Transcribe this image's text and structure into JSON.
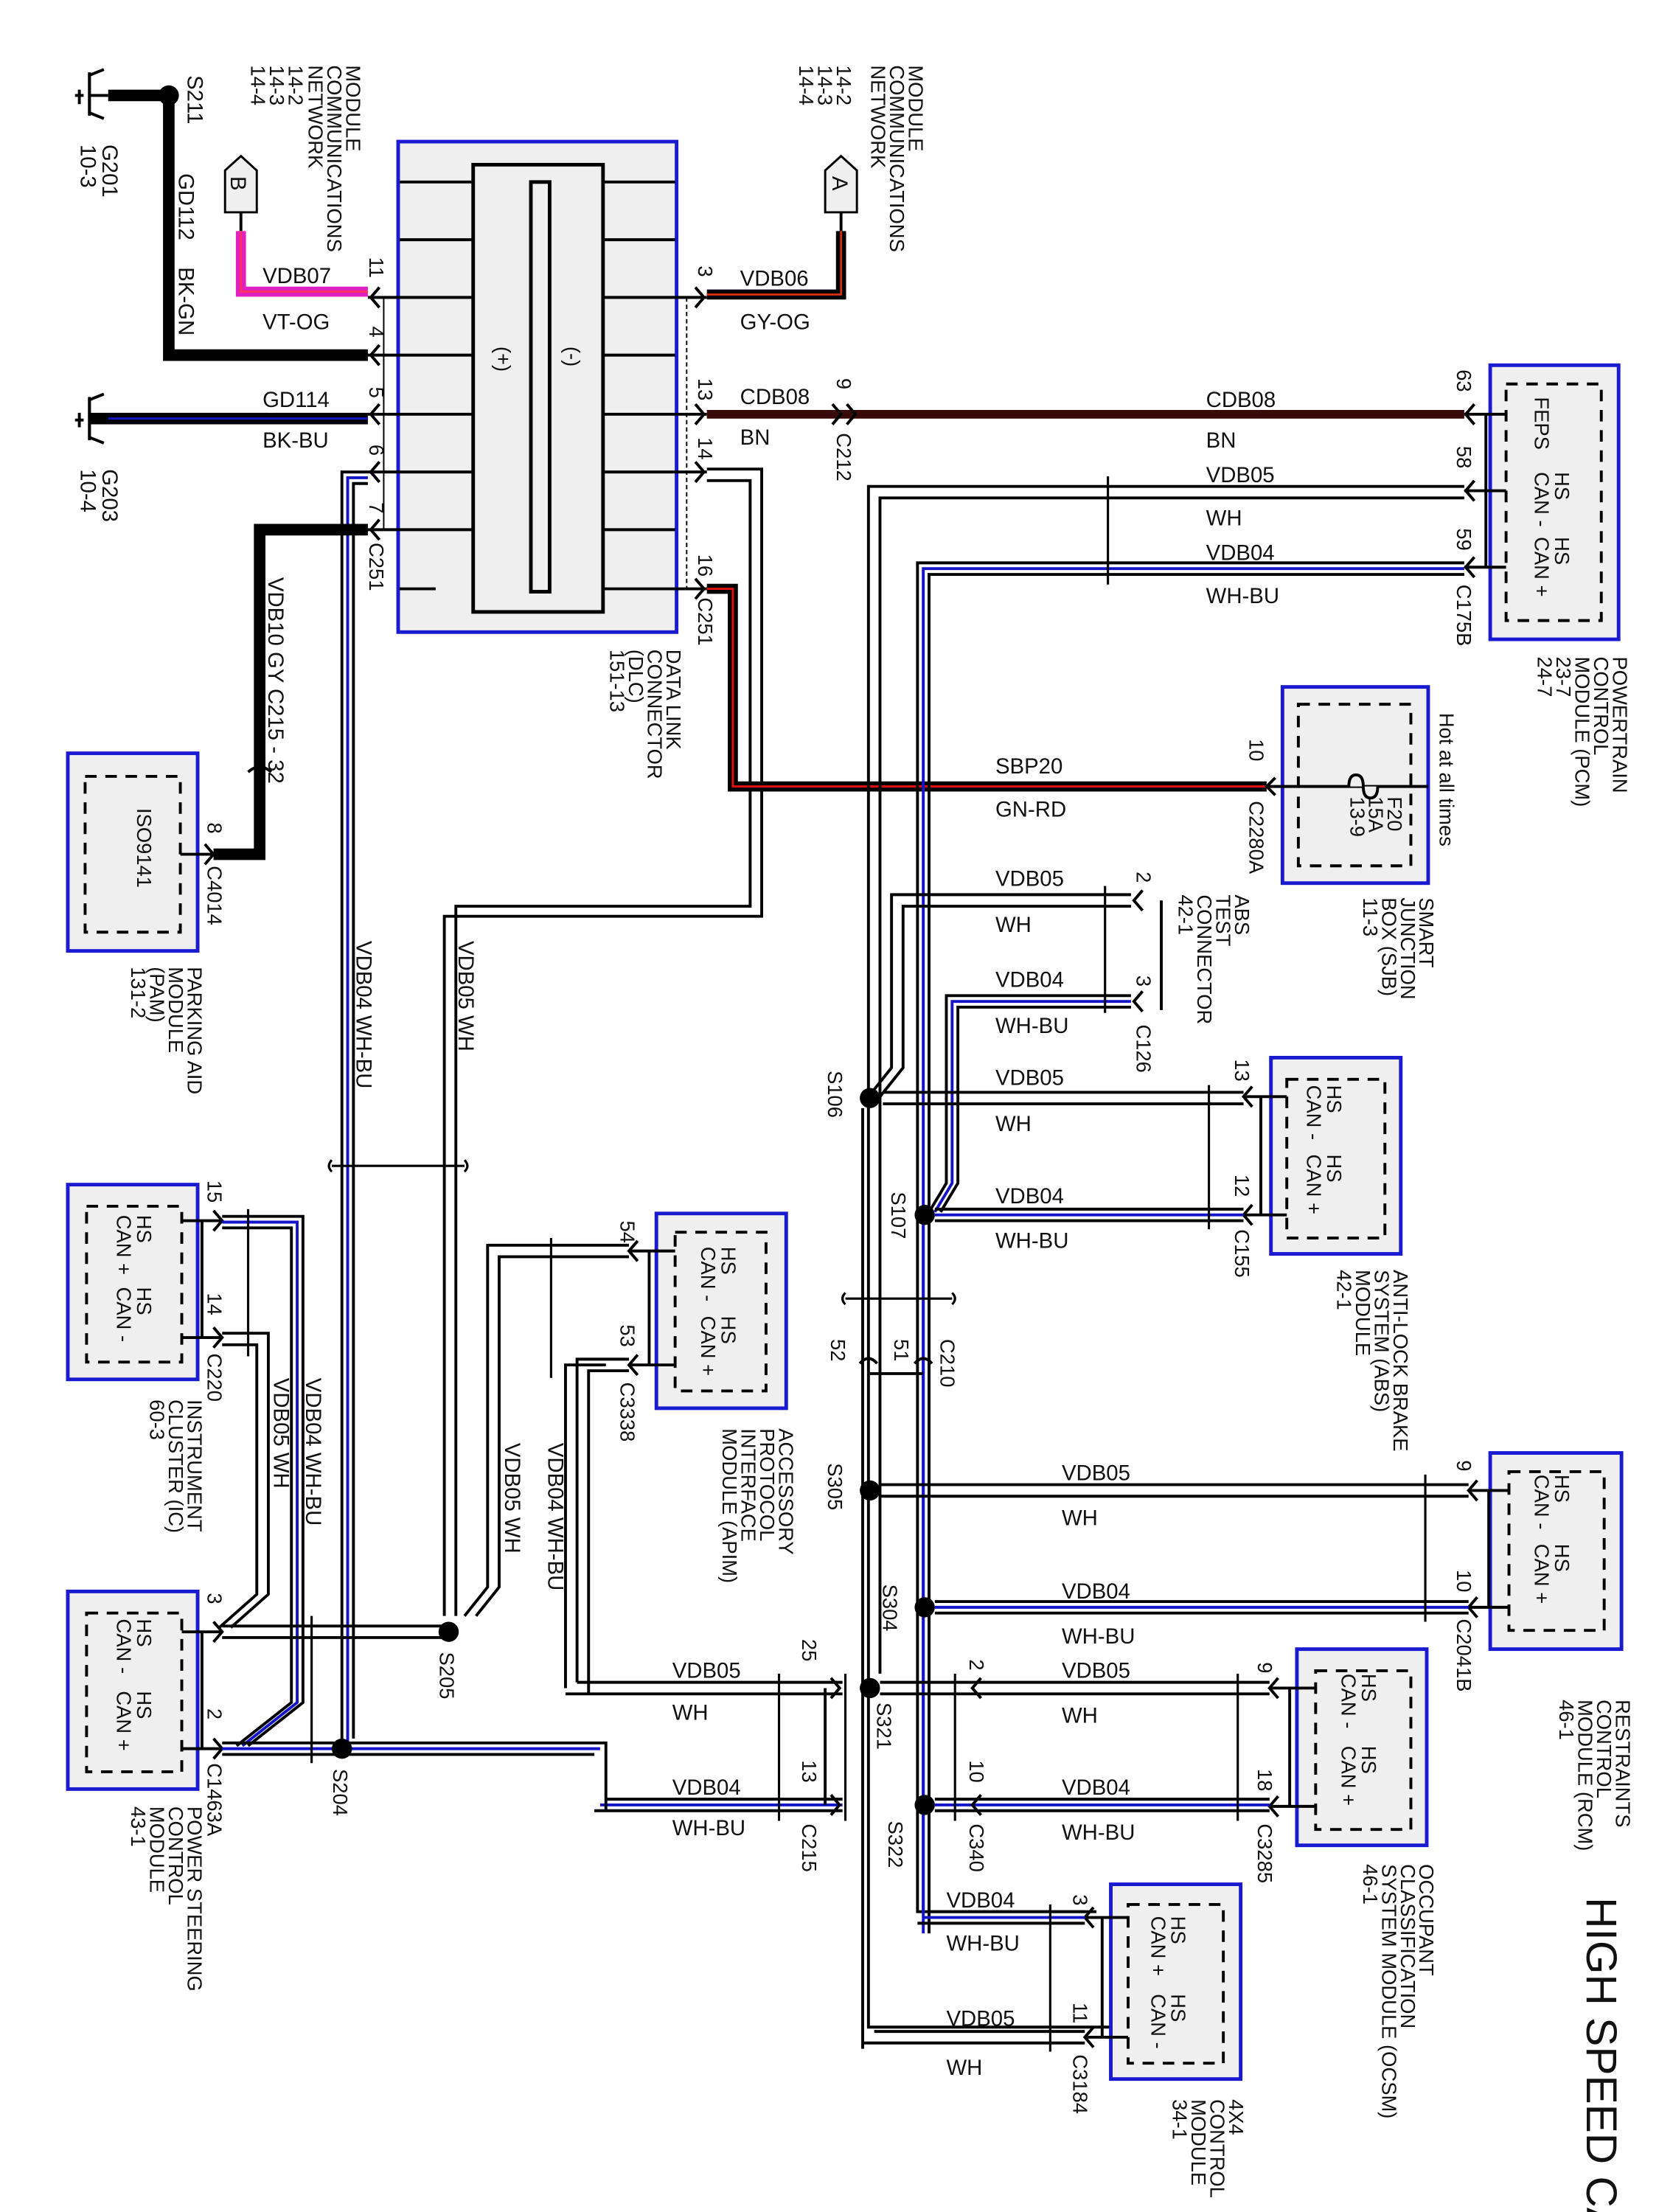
{
  "title": "HIGH SPEED CAN",
  "colors": {
    "module_border": "#1a1ad0",
    "module_fill": "#efefef",
    "wire_wh_bu_stripe": "#1515c8",
    "wire_vt_og": "#e020c0",
    "wire_bn": "#3a0a0a",
    "wire_red_stripe": "#e01010"
  },
  "references": {
    "mcn_b": {
      "tag": "B",
      "lines": [
        "MODULE",
        "COMMUNICATIONS",
        "NETWORK",
        "14-2",
        "14-3",
        "14-4"
      ]
    },
    "mcn_a": {
      "tag": "A",
      "lines": [
        "MODULE",
        "COMMUNICATIONS",
        "NETWORK",
        "14-2",
        "14-3",
        "14-4"
      ]
    }
  },
  "grounds": {
    "g201": {
      "name": "G201",
      "page": "10-3",
      "splice": "S211",
      "circuit": "GD112",
      "color": "BK-GN"
    },
    "g203": {
      "name": "G203",
      "page": "10-4",
      "circuit": "GD114",
      "color": "BK-BU"
    }
  },
  "dlc": {
    "lines": [
      "DATA LINK",
      "CONNECTOR",
      "(DLC)",
      "151-13"
    ],
    "plus_label": "(+)",
    "minus_label": "(-)",
    "connector": "C251",
    "pins": {
      "p11": "11",
      "p4": "4",
      "p5": "5",
      "p6": "6",
      "p7": "7",
      "p3": "3",
      "p13": "13",
      "p14": "14",
      "p16": "16"
    }
  },
  "wires": {
    "vdb07": {
      "circuit": "VDB07",
      "color": "VT-OG"
    },
    "vdb06": {
      "circuit": "VDB06",
      "color": "GY-OG"
    },
    "cdb08_a": {
      "circuit": "CDB08",
      "color": "BN"
    },
    "cdb08_b": {
      "circuit": "CDB08",
      "color": "BN"
    },
    "c212_pin": "9",
    "c212": "C212",
    "pcm_vdb05": {
      "circuit": "VDB05",
      "color": "WH"
    },
    "pcm_vdb04": {
      "circuit": "VDB04",
      "color": "WH-BU"
    },
    "sbp20": {
      "circuit": "SBP20",
      "color": "GN-RD"
    },
    "vdb10": {
      "label": "VDB10   GY  C215 - 32"
    },
    "abs_test_vdb05": {
      "circuit": "VDB05",
      "color": "WH"
    },
    "abs_test_vdb04": {
      "circuit": "VDB04",
      "color": "WH-BU"
    },
    "abs_vdb05": {
      "circuit": "VDB05",
      "color": "WH"
    },
    "abs_vdb04": {
      "circuit": "VDB04",
      "color": "WH-BU"
    },
    "rcm_vdb05": {
      "circuit": "VDB05",
      "color": "WH"
    },
    "rcm_vdb04": {
      "circuit": "VDB04",
      "color": "WH-BU"
    },
    "ocsm_vdb05": {
      "circuit": "VDB05",
      "color": "WH"
    },
    "ocsm_vdb04": {
      "circuit": "VDB04",
      "color": "WH-BU"
    },
    "c215_vdb05": {
      "circuit": "VDB05",
      "color": "WH"
    },
    "c215_vdb04": {
      "circuit": "VDB04",
      "color": "WH-BU"
    },
    "m4x4_vdb04": {
      "circuit": "VDB04",
      "color": "WH-BU"
    },
    "m4x4_vdb05": {
      "circuit": "VDB05",
      "color": "WH"
    },
    "left_vdb04": {
      "label": "VDB04   WH-BU"
    },
    "left_vdb05": {
      "label": "VDB05   WH"
    },
    "ic_vdb04": {
      "label": "VDB04   WH-BU"
    },
    "ic_vdb05": {
      "label": "VDB05   WH"
    },
    "apim_vdb05": {
      "label": "VDB05   WH"
    },
    "apim_vdb04": {
      "label": "VDB04   WH-BU"
    }
  },
  "splices": [
    "S211",
    "S106",
    "S107",
    "S305",
    "S304",
    "S321",
    "S322",
    "S205",
    "S204"
  ],
  "c210": {
    "name": "C210",
    "pin_a": "52",
    "pin_b": "51"
  },
  "c215": {
    "name": "C215",
    "pin_a": "25",
    "pin_b": "13"
  },
  "c340": {
    "name": "C340",
    "pin_a": "2",
    "pin_b": "10"
  },
  "modules": {
    "pcm": {
      "lines": [
        "POWERTRAIN",
        "CONTROL",
        "MODULE (PCM)",
        "23-7",
        "24-7"
      ],
      "connector": "C175B",
      "pins": [
        {
          "num": "63",
          "func": "FEPS"
        },
        {
          "num": "58",
          "func": "HS CAN -"
        },
        {
          "num": "59",
          "func": "HS CAN +"
        }
      ],
      "func_feps": "FEPS",
      "func_a": [
        "HS",
        "CAN -"
      ],
      "func_b": [
        "HS",
        "CAN +"
      ]
    },
    "sjb": {
      "lines": [
        "SMART",
        "JUNCTION",
        "BOX (SJB)",
        "11-3"
      ],
      "connector": "C2280A",
      "pin": "10",
      "note": "Hot at all times",
      "fuse": [
        "F20",
        "15A",
        "13-9"
      ]
    },
    "abs_test": {
      "lines": [
        "ABS",
        "TEST",
        "CONNECTOR",
        "42-1"
      ],
      "connector": "C126",
      "pins": [
        "2",
        "3"
      ]
    },
    "abs": {
      "lines": [
        "ANTI-LOCK BRAKE",
        "SYSTEM (ABS)",
        "MODULE",
        "42-1"
      ],
      "connector": "C155",
      "pins": [
        "13",
        "12"
      ],
      "func_a": [
        "HS",
        "CAN -"
      ],
      "func_b": [
        "HS",
        "CAN +"
      ]
    },
    "rcm": {
      "lines": [
        "RESTRAINTS",
        "CONTROL",
        "MODULE (RCM)",
        "46-1"
      ],
      "connector": "C2041B",
      "pins": [
        "9",
        "10"
      ],
      "func_a": [
        "HS",
        "CAN -"
      ],
      "func_b": [
        "HS",
        "CAN +"
      ]
    },
    "ocsm": {
      "lines": [
        "OCCUPANT",
        "CLASSIFICATION",
        "SYSTEM MODULE (OCSM)",
        "46-1"
      ],
      "connector": "C3285",
      "pins": [
        "9",
        "18"
      ],
      "func_a": [
        "HS",
        "CAN -"
      ],
      "func_b": [
        "HS",
        "CAN +"
      ]
    },
    "m4x4": {
      "lines": [
        "4X4",
        "CONTROL",
        "MODULE",
        "34-1"
      ],
      "connector": "C3184",
      "pins": [
        "3",
        "11"
      ],
      "func_a": [
        "HS",
        "CAN +"
      ],
      "func_b": [
        "HS",
        "CAN -"
      ]
    },
    "apim": {
      "lines": [
        "ACCESSORY",
        "PROTOCOL",
        "INTERFACE",
        "MODULE (APIM)"
      ],
      "connector": "C3338",
      "pins": [
        "54",
        "53"
      ],
      "func_a": [
        "HS",
        "CAN -"
      ],
      "func_b": [
        "HS",
        "CAN +"
      ]
    },
    "ic": {
      "lines": [
        "INSTRUMENT",
        "CLUSTER (IC)",
        "60-3"
      ],
      "connector": "C220",
      "pins": [
        "15",
        "14"
      ],
      "func_a": [
        "HS",
        "CAN +"
      ],
      "func_b": [
        "HS",
        "CAN -"
      ]
    },
    "pscm": {
      "lines": [
        "POWER STEERING",
        "CONTROL",
        "MODULE",
        "43-1"
      ],
      "connector": "C1463A",
      "pins": [
        "3",
        "2"
      ],
      "func_a": [
        "HS",
        "CAN -"
      ],
      "func_b": [
        "HS",
        "CAN +"
      ]
    },
    "pam": {
      "lines": [
        "PARKING AID",
        "MODULE",
        "(PAM)",
        "131-2"
      ],
      "connector": "C4014",
      "pin": "8",
      "func": "ISO9141"
    }
  }
}
